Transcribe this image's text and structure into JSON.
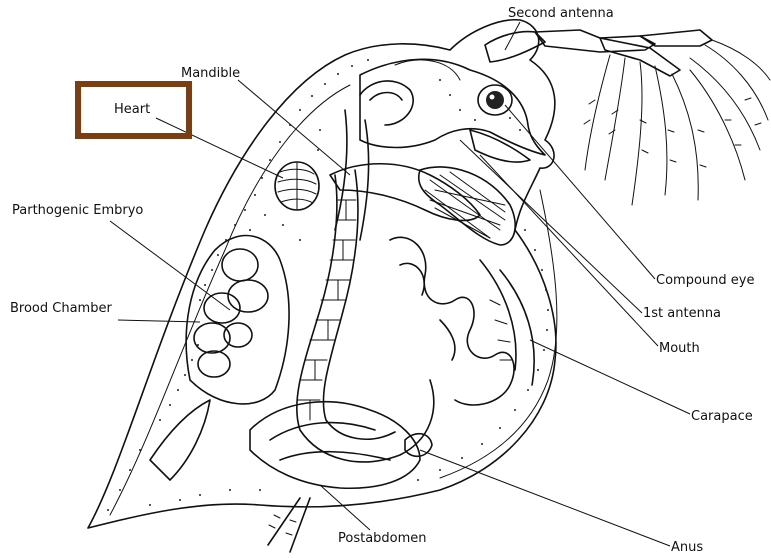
{
  "diagram": {
    "highlight_color": "#7a3e12",
    "labels": {
      "second_antenna": "Second antenna",
      "mandible": "Mandible",
      "heart": "Heart",
      "parthogenic_embryo": "Parthogenic Embryo",
      "brood_chamber": "Brood Chamber",
      "compound_eye": "Compound eye",
      "first_antenna": "1st antenna",
      "mouth": "Mouth",
      "carapace": "Carapace",
      "postabdomen": "Postabdomen",
      "anus": "Anus"
    }
  }
}
